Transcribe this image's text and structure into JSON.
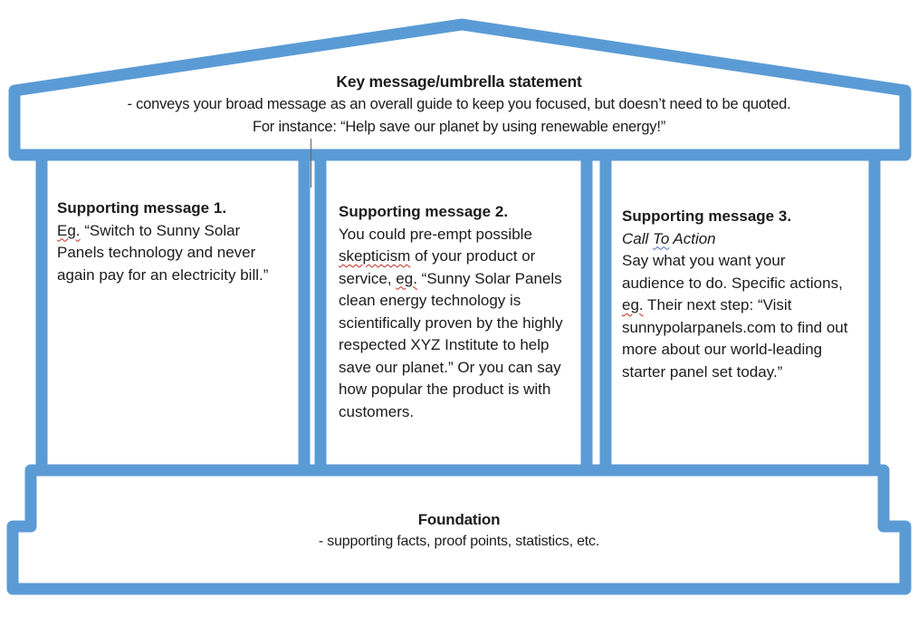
{
  "colors": {
    "outline_blue": "#5b9bd5",
    "text": "#1c1c1c",
    "spellcheck_red": "#c22c1f",
    "grammar_blue": "#4472c4",
    "artifact_gray": "#6b6b6b"
  },
  "roof": {
    "title": "Key message/umbrella statement",
    "line1": "- conveys your broad message as an overall guide to keep you focused, but doesn’t need to be quoted.",
    "line2": "For instance: “Help save our planet by using renewable energy!”"
  },
  "pillars": [
    {
      "title": "Supporting message 1.",
      "segments": [
        {
          "text": "Eg.",
          "underline": "red"
        },
        {
          "text": " “Switch to Sunny Solar Panels technology and never again pay for an electricity bill.”"
        }
      ]
    },
    {
      "title": "Supporting message 2.",
      "segments": [
        {
          "text": "You could pre-empt possible "
        },
        {
          "text": "skepticism",
          "underline": "red"
        },
        {
          "text": " of your product or service, "
        },
        {
          "text": "eg.",
          "underline": "red"
        },
        {
          "text": " “Sunny Solar Panels clean energy technology is scientifically proven by the highly respected XYZ Institute to help save our planet.” Or you can say how popular the product is with customers."
        }
      ]
    },
    {
      "title": "Supporting message 3.",
      "subtitle_segments": [
        {
          "text": "Call "
        },
        {
          "text": "To",
          "underline": "blue"
        },
        {
          "text": " Action"
        }
      ],
      "segments": [
        {
          "text": "Say what you want your audience to do. Specific actions, "
        },
        {
          "text": "eg.",
          "underline": "red"
        },
        {
          "text": " Their next step: “Visit"
        },
        {
          "break": true
        },
        {
          "text": "sunnypolarpanels.com to find out more about our world-leading starter panel set today.”"
        }
      ]
    }
  ],
  "foundation": {
    "title": "Foundation",
    "line1": "- supporting facts, proof points, statistics, etc."
  }
}
